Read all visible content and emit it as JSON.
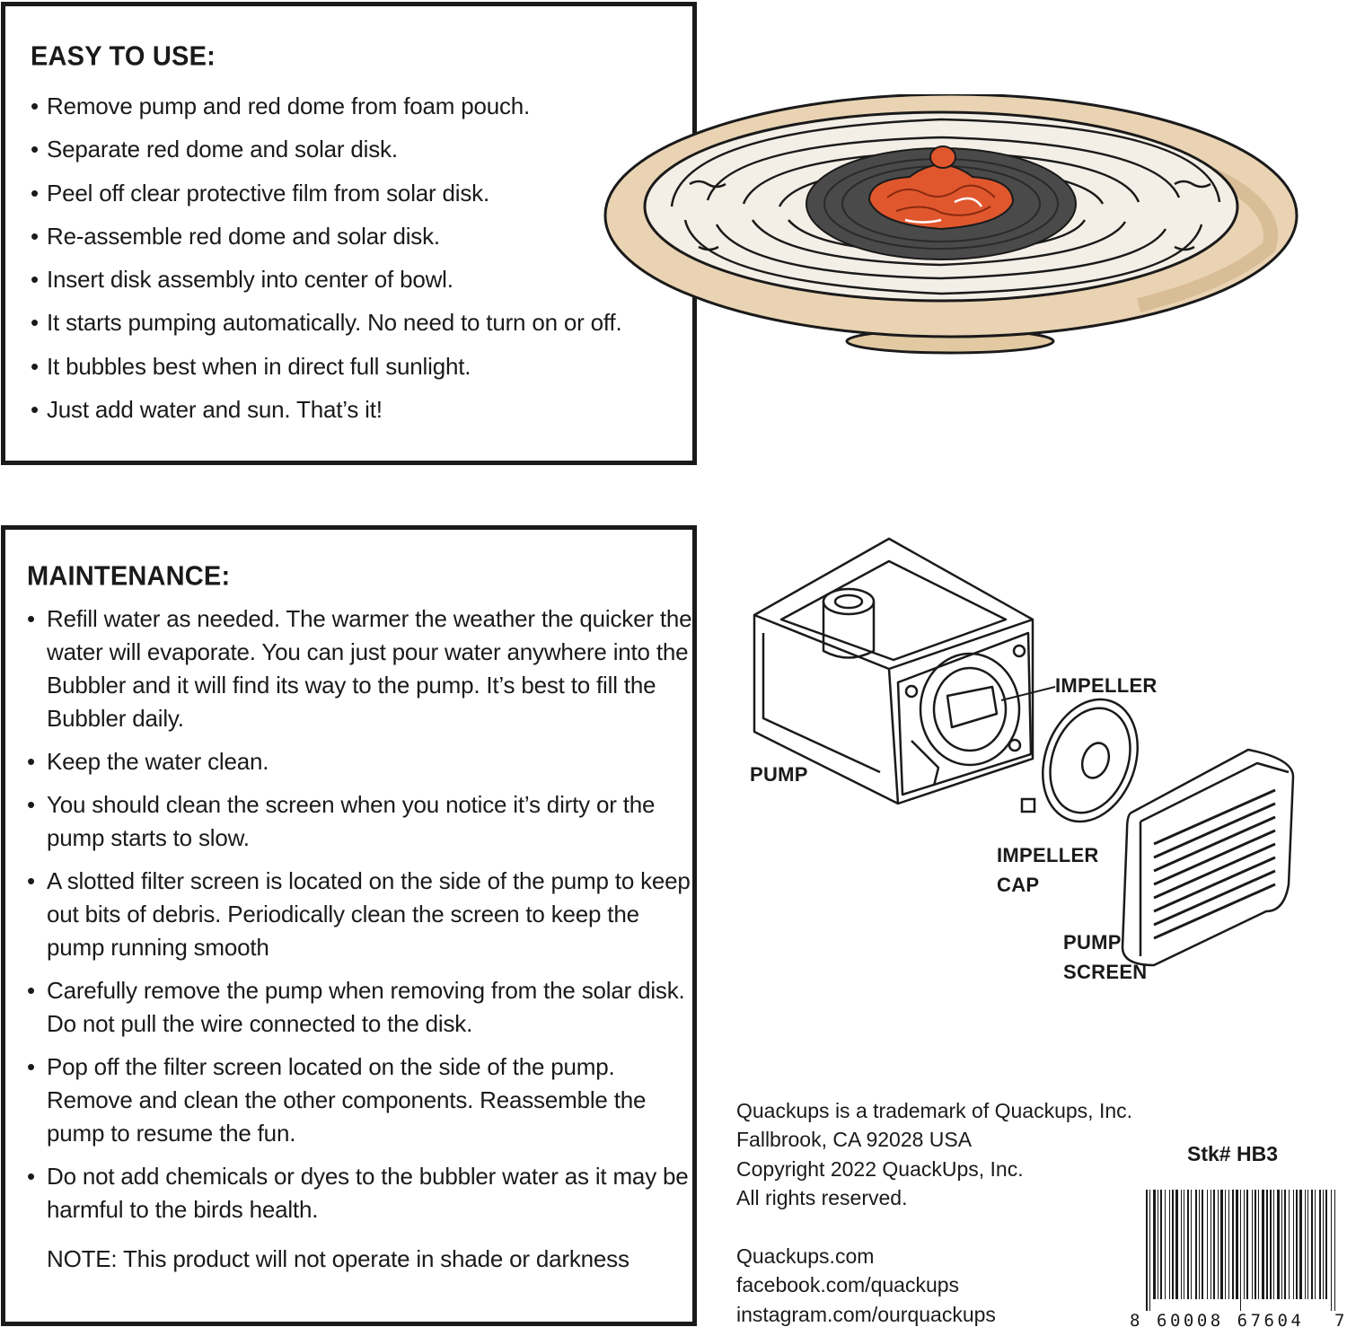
{
  "easy": {
    "title": "EASY TO USE:",
    "items": [
      "Remove pump and red dome from foam pouch.",
      "Separate red dome and solar disk.",
      "Peel off clear protective film from solar disk.",
      "Re-assemble red dome and solar disk.",
      "Insert disk assembly into center of bowl.",
      "It starts pumping automatically. No need to turn on or off.",
      "It bubbles best when in direct full sunlight.",
      "Just add water and sun. That’s it!"
    ]
  },
  "maintenance": {
    "title": "MAINTENANCE:",
    "items": [
      "Refill water as needed. The warmer the weather the quicker the water will evaporate. You can just pour water anywhere into the Bubbler and it will find its way to the pump. It’s best to fill the Bubbler daily.",
      "Keep the water clean.",
      "You should clean the screen when you notice it’s dirty or the pump starts to slow.",
      "A slotted filter screen is located on the side of the pump to keep out bits of debris. Periodically clean the screen to keep the pump running smooth",
      "Carefully remove the pump when removing from the solar disk. Do not pull the wire connected to the disk.",
      "Pop off the filter screen located on the side of the pump. Remove and clean the other components. Reassemble the pump to resume the fun.",
      "Do not add chemicals or dyes to the bubbler water as it may be harmful to the birds health."
    ],
    "note": "NOTE: This product will not operate in shade or darkness"
  },
  "diagram": {
    "impeller": "IMPELLER",
    "pump": "PUMP",
    "impeller_cap_line1": "IMPELLER",
    "impeller_cap_line2": "CAP",
    "pump_screen_line1": "PUMP",
    "pump_screen_line2": "SCREEN"
  },
  "company": {
    "lines": [
      "Quackups is a trademark of Quackups, Inc.",
      "Fallbrook, CA 92028 USA",
      "Copyright 2022 QuackUps, Inc.",
      "All rights reserved."
    ],
    "links": [
      "Quackups.com",
      "facebook.com/quackups",
      "instagram.com/ourquackups"
    ]
  },
  "stock": "Stk# HB3",
  "barcode": {
    "digit_left": "8",
    "digits_mid": "60008 67604",
    "digit_right": "7"
  },
  "colors": {
    "bowl_rim": "#e9d3b3",
    "bowl_shadow": "#d2b48c",
    "solar_disk": "#4a4a4a",
    "dome": "#e0572e"
  }
}
